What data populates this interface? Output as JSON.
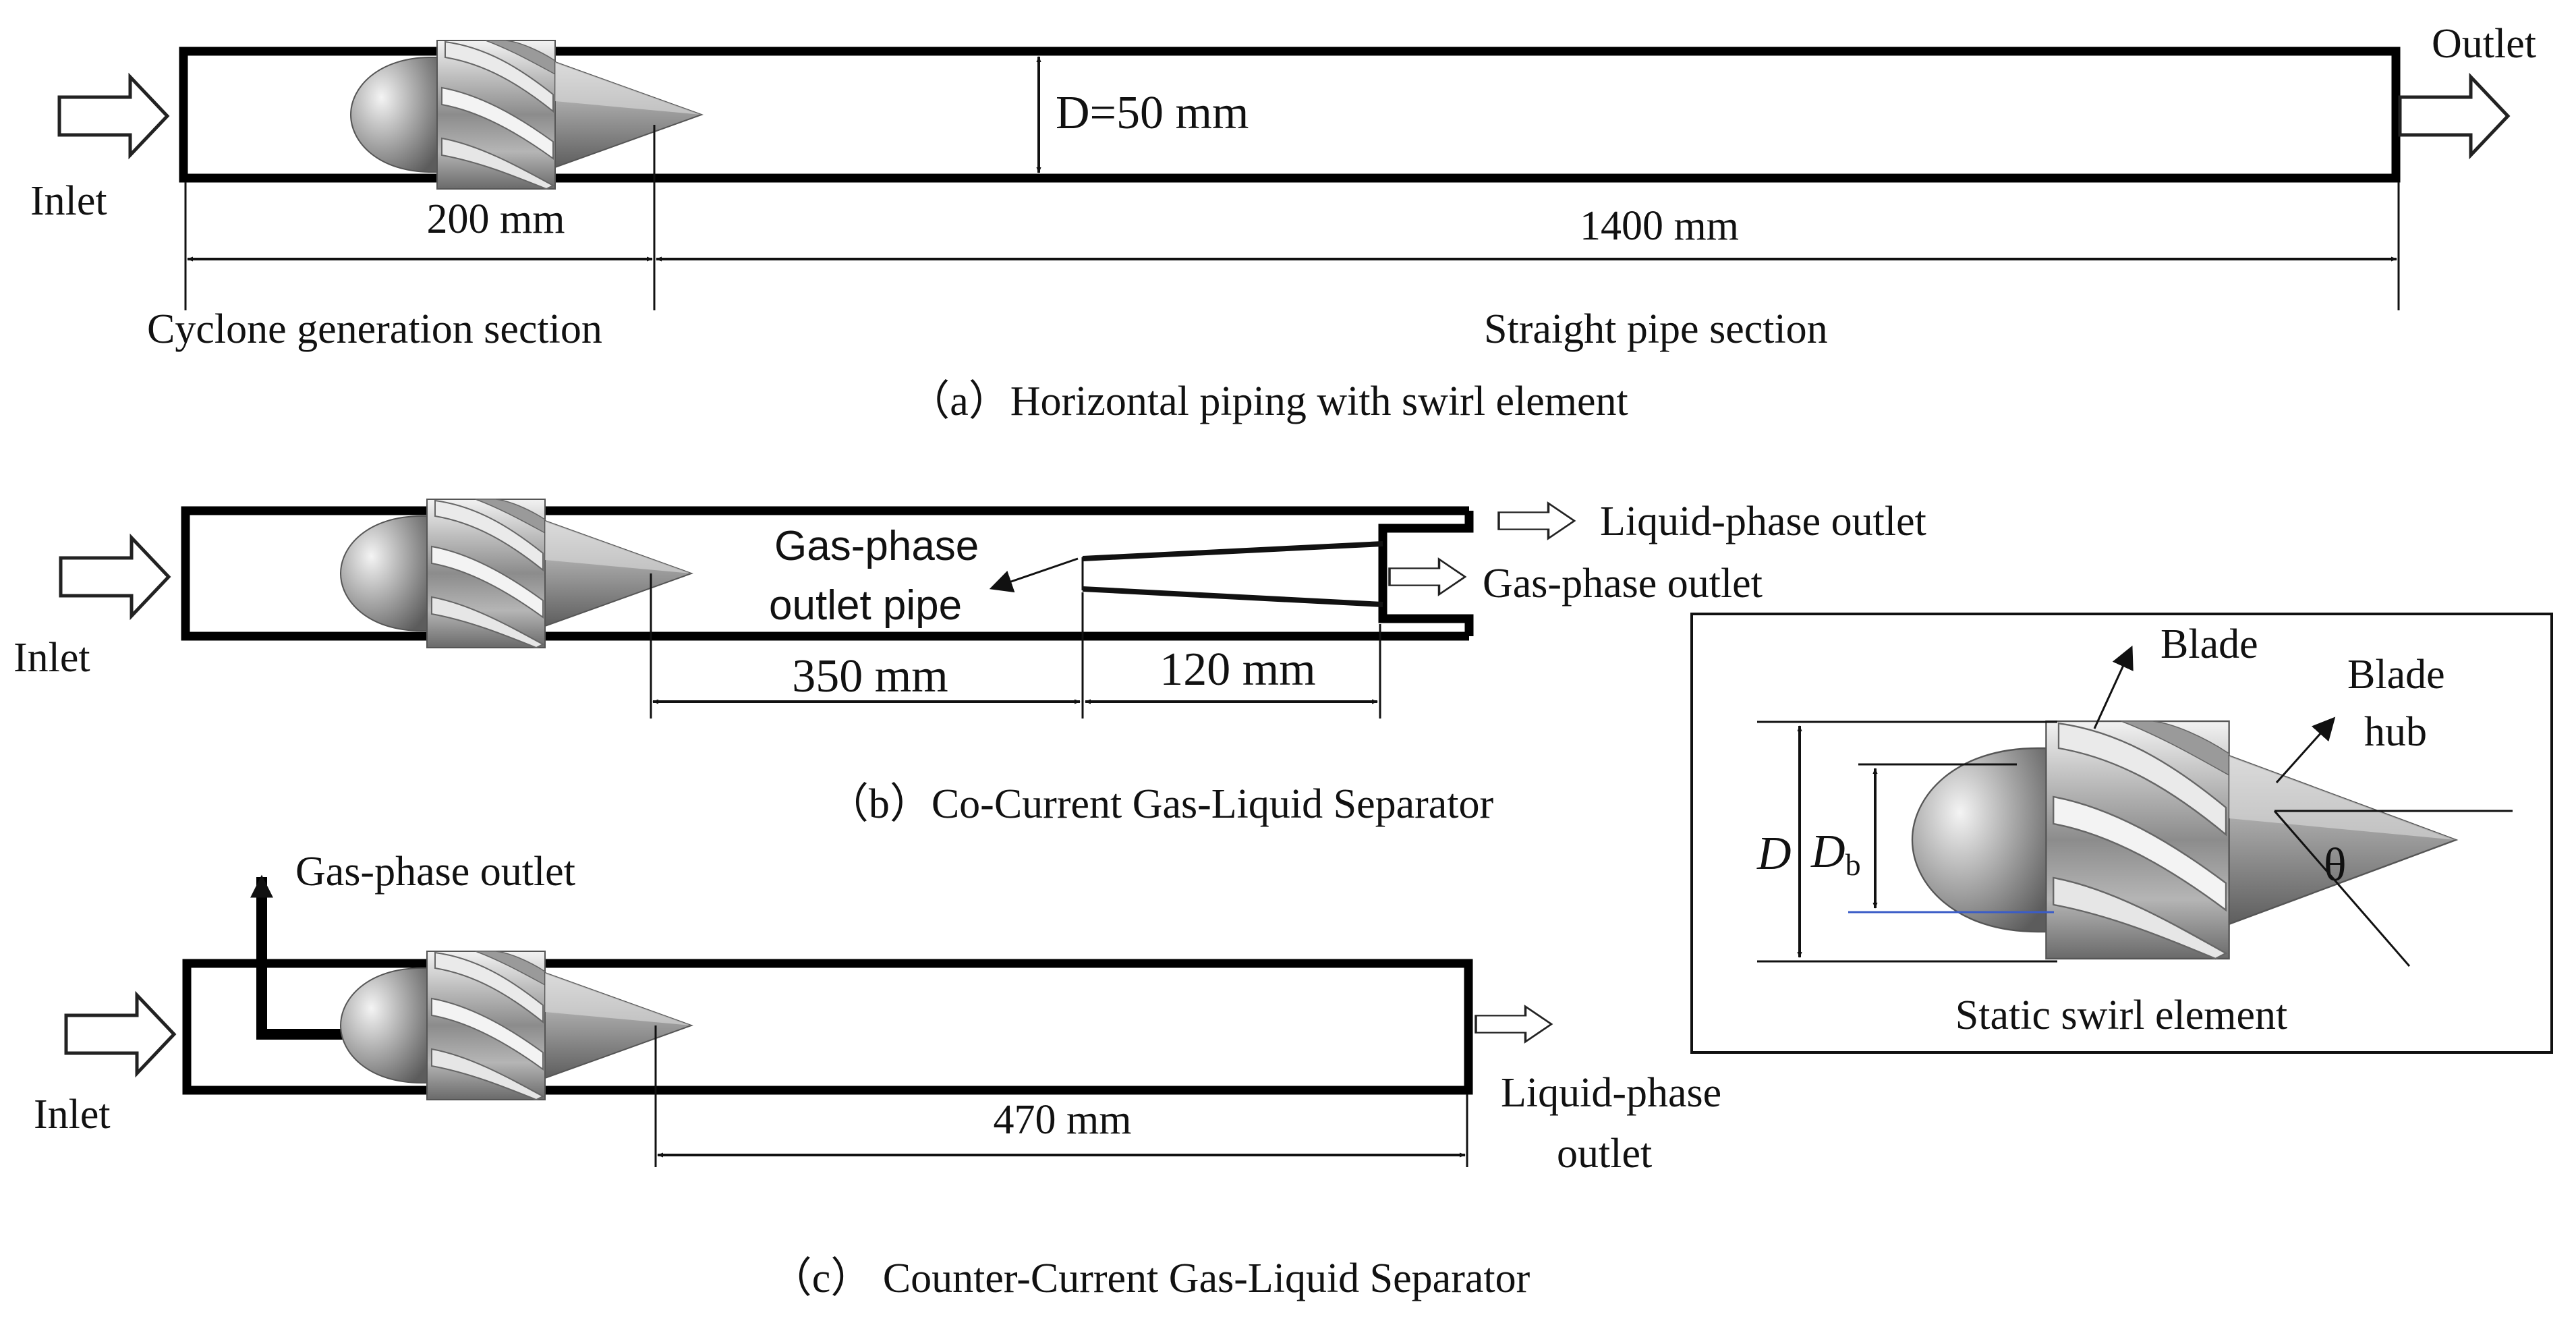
{
  "panel_a": {
    "inlet": "Inlet",
    "outlet": "Outlet",
    "diameter": "D=50 mm",
    "len_cyclone": "200 mm",
    "len_straight": "1400 mm",
    "sec_cyclone": "Cyclone generation section",
    "sec_straight": "Straight pipe section",
    "caption": "（a）Horizontal piping with swirl element"
  },
  "panel_b": {
    "inlet": "Inlet",
    "liquid_outlet": "Liquid-phase outlet",
    "gas_outlet": "Gas-phase outlet",
    "gas_pipe_line1": "Gas-phase",
    "gas_pipe_line2": "outlet pipe",
    "len_350": "350 mm",
    "len_120": "120 mm",
    "caption": "（b）Co-Current Gas-Liquid Separator"
  },
  "panel_c": {
    "inlet": "Inlet",
    "gas_outlet": "Gas-phase outlet",
    "liquid_outlet_line1": "Liquid-phase",
    "liquid_outlet_line2": "outlet",
    "len_470": "470 mm",
    "caption": "（c） Counter-Current Gas-Liquid Separator"
  },
  "inset": {
    "blade": "Blade",
    "hub_line1": "Blade",
    "hub_line2": "hub",
    "D": "D",
    "Db_main": "D",
    "Db_sub": "b",
    "theta": "θ",
    "caption": "Static swirl element"
  }
}
